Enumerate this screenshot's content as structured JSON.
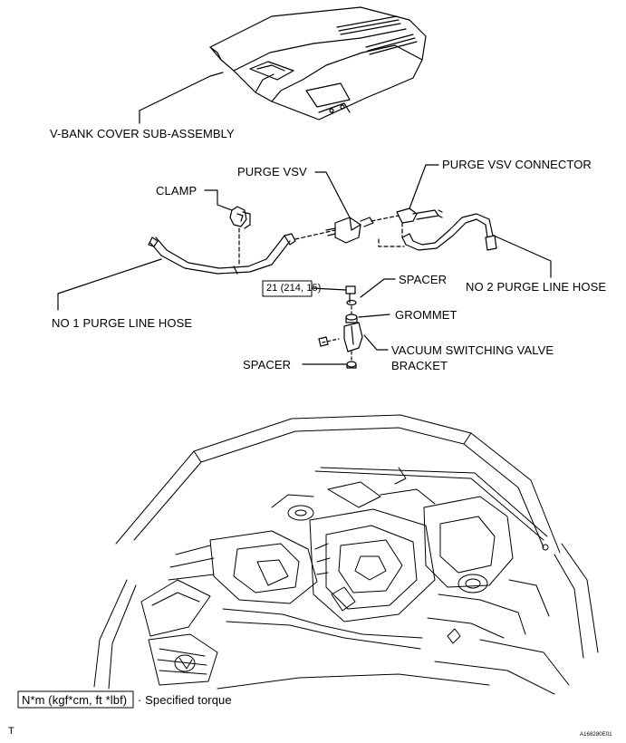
{
  "labels": {
    "v_bank_cover": "V-BANK COVER SUB-ASSEMBLY",
    "purge_vsv": "PURGE VSV",
    "purge_vsv_connector": "PURGE VSV CONNECTOR",
    "clamp": "CLAMP",
    "torque_value": "21 (214, 15)",
    "spacer_top": "SPACER",
    "no2_hose": "NO  2 PURGE LINE HOSE",
    "no1_hose": "NO  1 PURGE LINE HOSE",
    "grommet": "GROMMET",
    "vsv_bracket_line1": "VACUUM SWITCHING VALVE",
    "vsv_bracket_line2": "BRACKET",
    "spacer_bottom": "SPACER"
  },
  "legend": {
    "unit": "N*m (kgf*cm, ft *lbf)",
    "description": "· Specified torque"
  },
  "footer": {
    "corner_mark": "T",
    "figure_code": "A168280E01"
  }
}
